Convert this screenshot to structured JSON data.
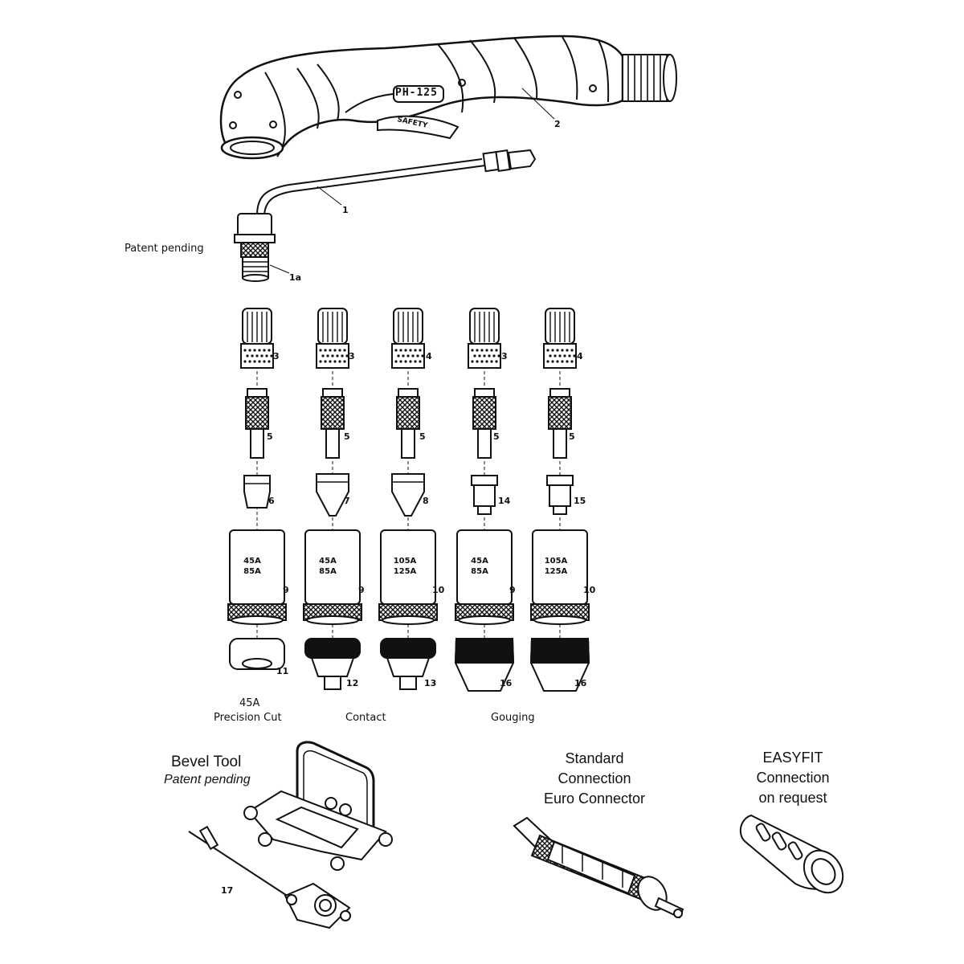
{
  "diagram": {
    "torch_model": "PH-125",
    "safety_text": "SAFETY",
    "patent_label": "Patent pending",
    "part_numbers": {
      "lead": "1",
      "lead_connector": "1a",
      "handle": "2",
      "col1": {
        "swirl": "3",
        "electrode": "5",
        "nozzle": "6",
        "cap": "9",
        "shield": "11"
      },
      "col2": {
        "swirl": "3",
        "electrode": "5",
        "nozzle": "7",
        "cap": "9",
        "shield": "12"
      },
      "col3": {
        "swirl": "4",
        "electrode": "5",
        "nozzle": "8",
        "cap": "10",
        "shield": "13"
      },
      "col4": {
        "swirl": "3",
        "electrode": "5",
        "nozzle": "14",
        "cap": "9",
        "shield": "16"
      },
      "col5": {
        "swirl": "4",
        "electrode": "5",
        "nozzle": "15",
        "cap": "10",
        "shield": "16"
      },
      "bevel": "17"
    },
    "cap_amps": {
      "col1": [
        "45A",
        "85A"
      ],
      "col2": [
        "45A",
        "85A"
      ],
      "col3": [
        "105A",
        "125A"
      ],
      "col4": [
        "45A",
        "85A"
      ],
      "col5": [
        "105A",
        "125A"
      ]
    },
    "groups": {
      "precision_amp": "45A",
      "precision": "Precision Cut",
      "contact": "Contact",
      "gouging": "Gouging"
    },
    "bevel": {
      "title": "Bevel Tool",
      "subtitle": "Patent pending"
    },
    "standard": {
      "line1": "Standard",
      "line2": "Connection",
      "line3": "Euro Connector"
    },
    "easyfit": {
      "line1": "EASYFIT",
      "line2": "Connection",
      "line3": "on request"
    }
  }
}
